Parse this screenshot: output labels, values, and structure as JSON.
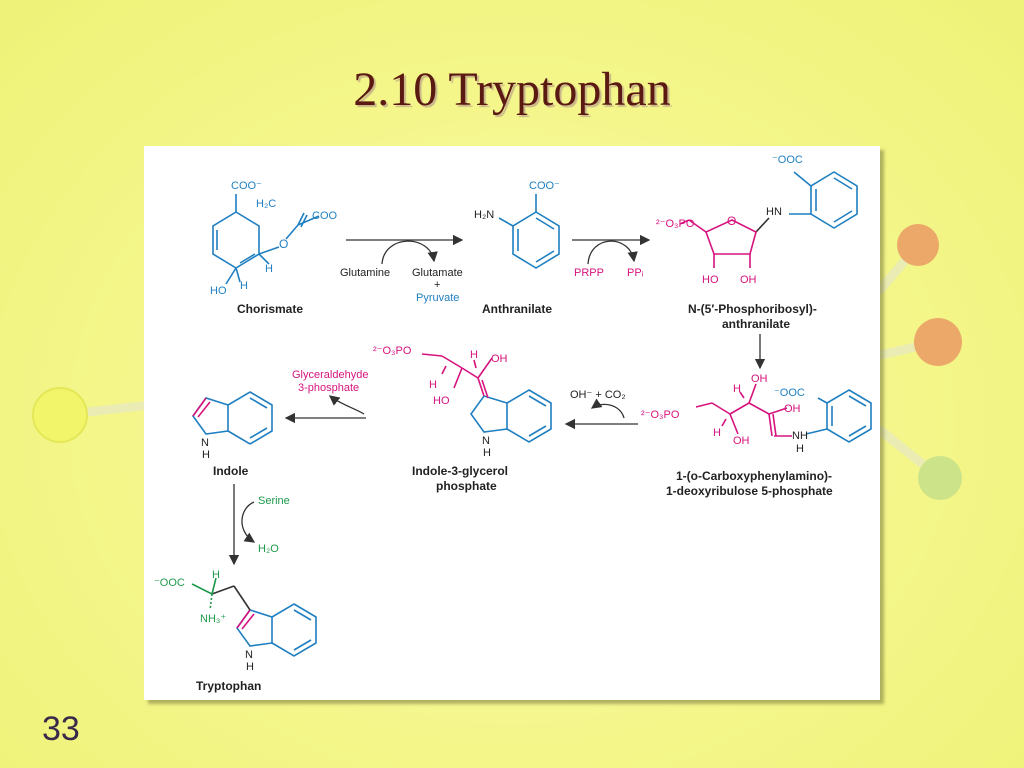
{
  "slide": {
    "title": "2.10 Tryptophan",
    "page_number": "33"
  },
  "colors": {
    "background": "#f4f68a",
    "title": "#5a1a12",
    "blue": "#1f7fc1",
    "magenta": "#d6137e",
    "green": "#1e9a4a",
    "arrow": "#333333",
    "molecule_ball_orange": "#eba868",
    "molecule_ball_yellow": "#f2f56a",
    "molecule_ball_green": "#cde38a"
  },
  "compounds": {
    "chorismate": "Chorismate",
    "anthranilate": "Anthranilate",
    "prpa_line1": "N-(5′-Phosphoribosyl)-",
    "prpa_line2": "anthranilate",
    "cdrp_line1": "1-(o-Carboxyphenylamino)-",
    "cdrp_line2": "1-deoxyribulose 5-phosphate",
    "igp_line1": "Indole-3-glycerol",
    "igp_line2": "phosphate",
    "indole": "Indole",
    "tryptophan": "Tryptophan"
  },
  "reagents": {
    "glutamine": "Glutamine",
    "glutamate": "Glutamate",
    "plus": "+",
    "pyruvate": "Pyruvate",
    "prpp": "PRPP",
    "ppi": "PPᵢ",
    "oh_co2": "OH⁻ + CO₂",
    "g3p_line1": "Glyceraldehyde",
    "g3p_line2": "3-phosphate",
    "serine": "Serine",
    "water": "H₂O"
  },
  "atoms": {
    "coo_minus": "COO⁻",
    "coo": "COO",
    "h2c": "H₂C",
    "o": "O",
    "h": "H",
    "ho": "HO",
    "oh": "OH",
    "h2n": "H₂N",
    "hn": "HN",
    "nh": "NH",
    "ooc_minus": "⁻OOC",
    "phosphate": "²⁻O₃PO",
    "n": "N",
    "nh3": "NH₃⁺"
  }
}
